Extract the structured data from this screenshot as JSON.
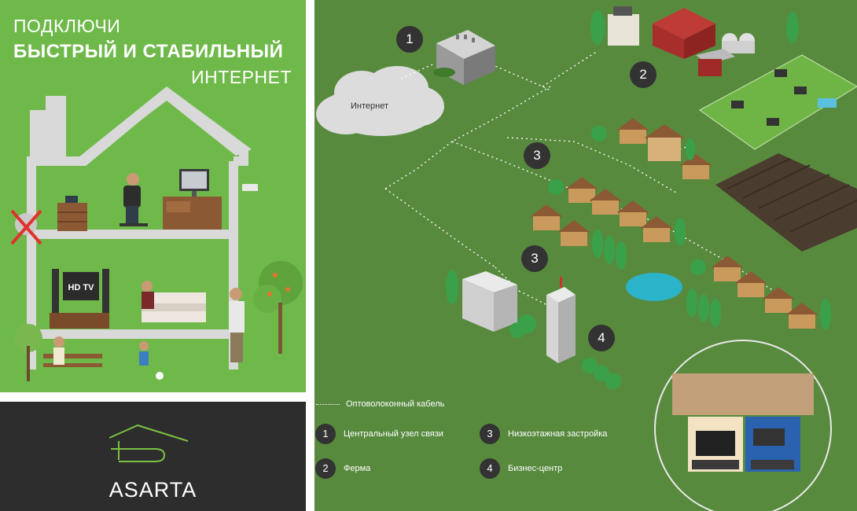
{
  "promo": {
    "headline_line1": "Подключи",
    "headline_line2": "Быстрый и стабильный",
    "headline_line3": "Интернет",
    "tv_label": "HD TV",
    "colors": {
      "background": "#6fb94a",
      "house_outline": "#d9d9d9",
      "no_sign": "#e0322c"
    }
  },
  "logo": {
    "wordmark": "ASARTA",
    "colors": {
      "background": "#2d2d2d",
      "mark": "#7bc043"
    }
  },
  "map": {
    "cloud_label": "Интернет",
    "badges": {
      "b1": "1",
      "b2": "2",
      "b3a": "3",
      "b3b": "3",
      "b4": "4"
    },
    "legend": {
      "cable": "Оптоволоконный кабель",
      "items": [
        {
          "num": "1",
          "label": "Центральный узел связи"
        },
        {
          "num": "2",
          "label": "Ферма"
        },
        {
          "num": "3",
          "label": "Низкоэтажная застройка"
        },
        {
          "num": "4",
          "label": "Бизнес-центр"
        }
      ]
    },
    "colors": {
      "background": "#588a3e",
      "badge": "#333333",
      "pond": "#2bb3c9",
      "field": "#4a3c2e"
    }
  }
}
